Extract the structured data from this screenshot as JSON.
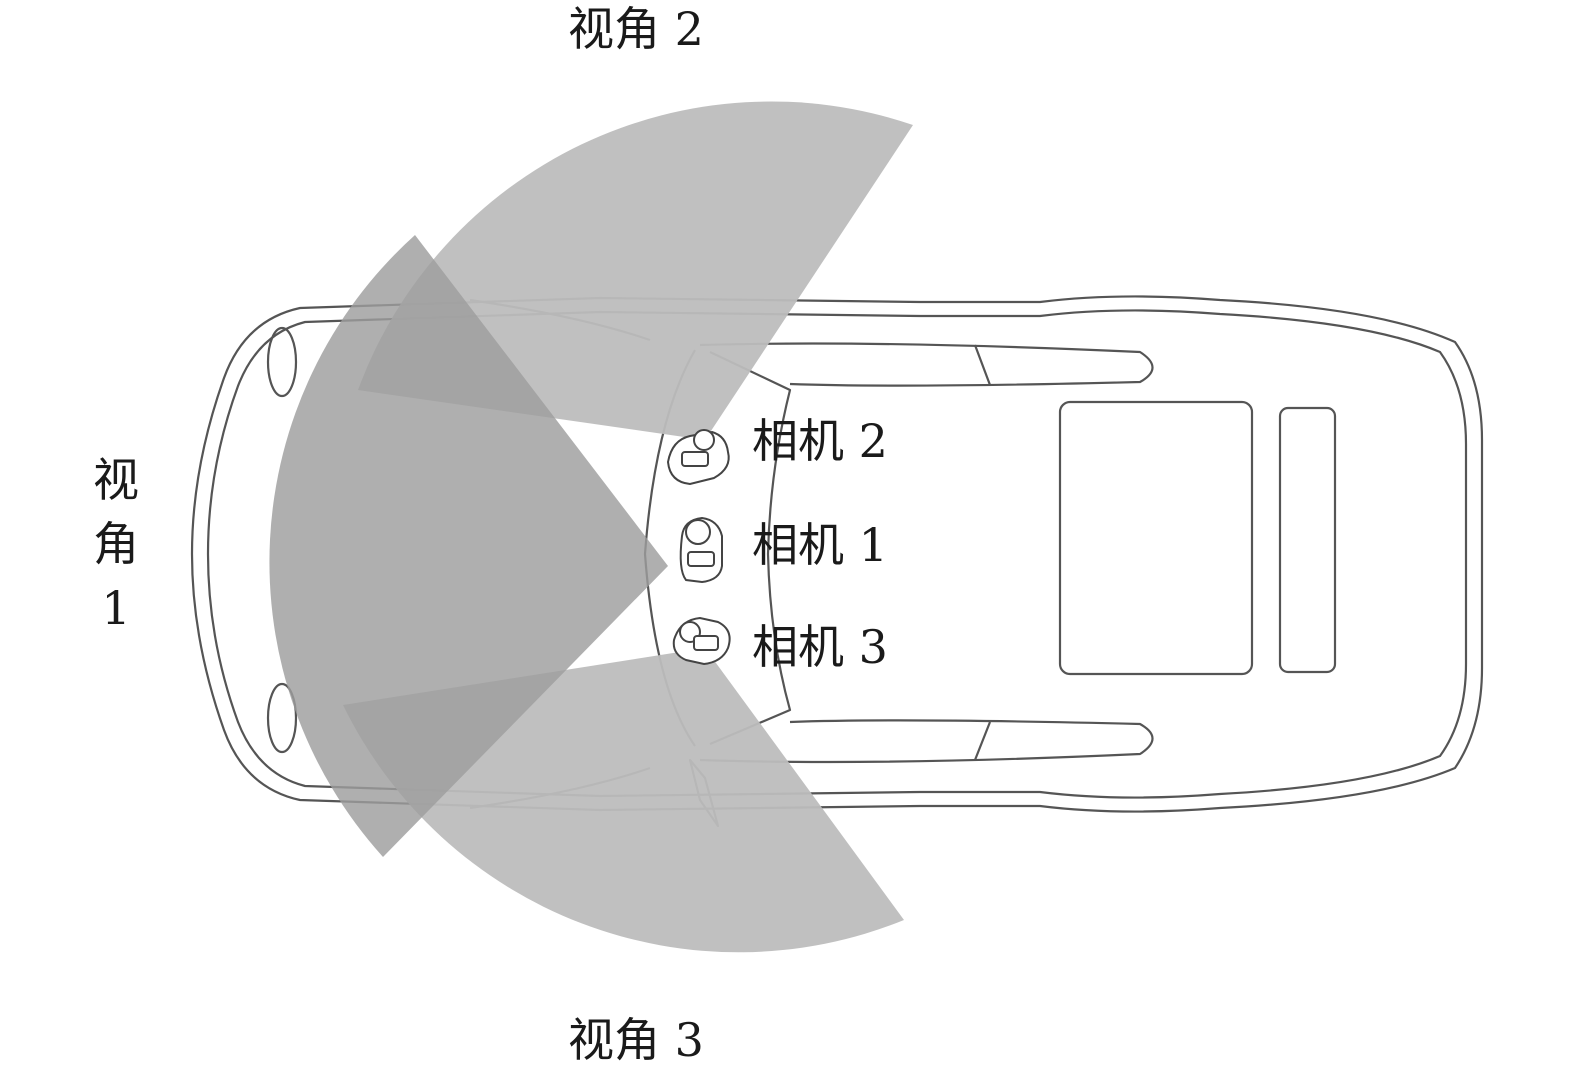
{
  "cameras": [
    {
      "id": "cam2",
      "label": "相机 2"
    },
    {
      "id": "cam1",
      "label": "相机 1"
    },
    {
      "id": "cam3",
      "label": "相机 3"
    }
  ],
  "views": {
    "view1": {
      "label_lines": [
        "视",
        "角",
        "1"
      ]
    },
    "view2": {
      "label": "视角 2"
    },
    "view3": {
      "label": "视角 3"
    }
  },
  "colors": {
    "sector_light": "#bdbdbd",
    "sector_dark": "#9b9b9b",
    "car_outline": "#555555",
    "text": "#1a1a1a"
  }
}
